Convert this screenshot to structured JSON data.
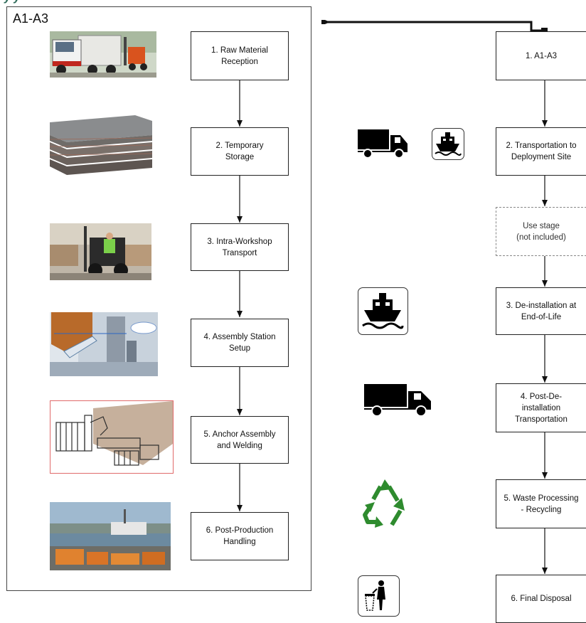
{
  "frame": {
    "label": "A1-A3"
  },
  "left_steps": [
    {
      "l1": "1. Raw Material",
      "l2": "Reception"
    },
    {
      "l1": "2. Temporary",
      "l2": "Storage"
    },
    {
      "l1": "3. Intra-Workshop",
      "l2": "Transport"
    },
    {
      "l1": "4. Assembly Station",
      "l2": "Setup"
    },
    {
      "l1": "5. Anchor Assembly",
      "l2": "and Welding"
    },
    {
      "l1": "6. Post-Production",
      "l2": "Handling"
    }
  ],
  "right_steps": [
    {
      "l1": "1. A1-A3",
      "l2": "",
      "l3": ""
    },
    {
      "l1": "2. Transportation to",
      "l2": "Deployment Site",
      "l3": ""
    },
    {
      "l1": "Use stage",
      "l2": "(not included)",
      "l3": ""
    },
    {
      "l1": "3. De-installation at",
      "l2": "End-of-Life",
      "l3": ""
    },
    {
      "l1": "4. Post-De-",
      "l2": "installation",
      "l3": "Transportation"
    },
    {
      "l1": "5. Waste Processing",
      "l2": "- Recycling",
      "l3": ""
    },
    {
      "l1": "6. Final Disposal",
      "l2": "",
      "l3": ""
    }
  ],
  "photos": [
    "truck-forklift-photo",
    "steel-plates-photo",
    "forklift-photo",
    "assembly-cad-photo",
    "welding-cell-cad-photo",
    "harbor-photo"
  ],
  "icons": [
    "truck-icon",
    "ship-icon",
    "ship-icon",
    "truck-icon",
    "recycle-icon",
    "trash-bin-icon"
  ],
  "colors": {
    "recycle_green": "#2e8b2e",
    "title_green": "#2f6b5a"
  }
}
